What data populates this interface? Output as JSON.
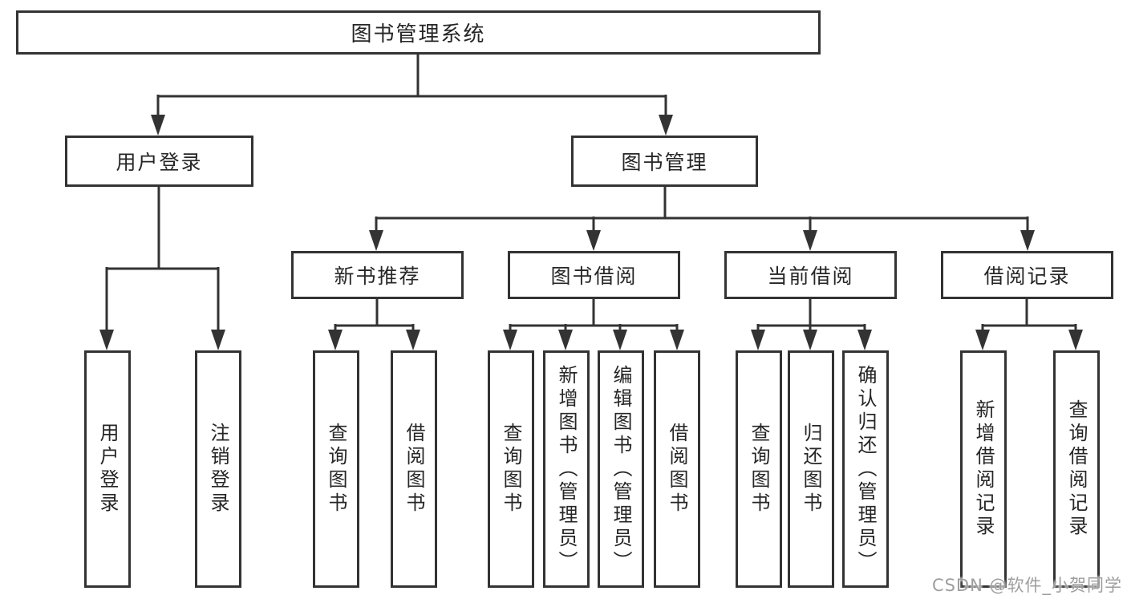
{
  "diagram": {
    "root": {
      "label": "图书管理系统"
    },
    "branches": [
      {
        "label": "用户登录",
        "children": [
          {
            "label": "用户登录"
          },
          {
            "label": "注销登录"
          }
        ]
      },
      {
        "label": "图书管理",
        "groups": [
          {
            "label": "新书推荐",
            "children": [
              {
                "label": "查询图书"
              },
              {
                "label": "借阅图书"
              }
            ]
          },
          {
            "label": "图书借阅",
            "children": [
              {
                "label": "查询图书"
              },
              {
                "label": "新增图书（管理员）"
              },
              {
                "label": "编辑图书（管理员）"
              },
              {
                "label": "借阅图书"
              }
            ]
          },
          {
            "label": "当前借阅",
            "children": [
              {
                "label": "查询图书"
              },
              {
                "label": "归还图书"
              },
              {
                "label": "确认归还（管理员）"
              }
            ]
          },
          {
            "label": "借阅记录",
            "children": [
              {
                "label": "新增借阅记录"
              },
              {
                "label": "查询借阅记录"
              }
            ]
          }
        ]
      }
    ],
    "colors": {
      "line": "#333333",
      "box_border": "#333333",
      "box_background": "#ffffff",
      "text": "#262626",
      "watermark": "#9e9e9e"
    }
  },
  "watermark": {
    "text": "CSDN @软件_小贺同学"
  }
}
